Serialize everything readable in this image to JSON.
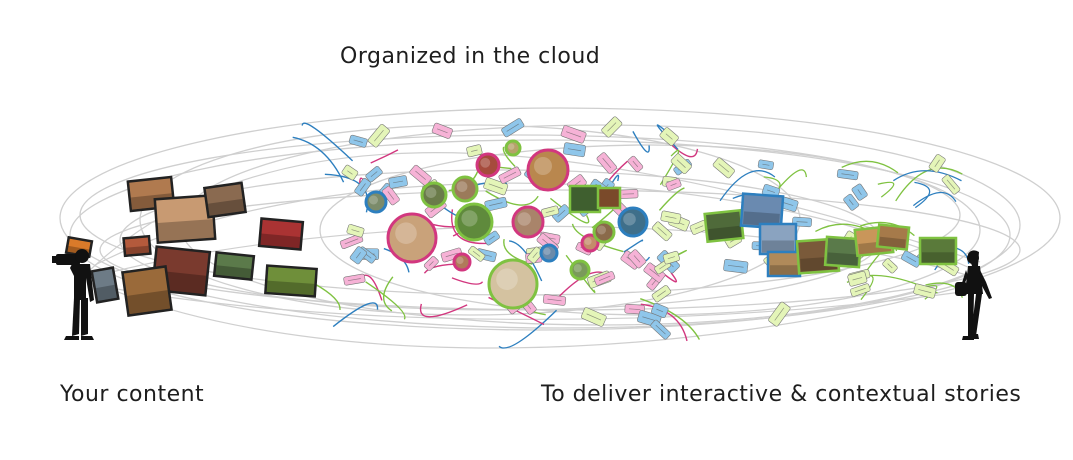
{
  "header": {
    "title": "Organized in the cloud"
  },
  "captions": {
    "left": "Your content",
    "right": "To deliver interactive & contextual stories"
  },
  "colors": {
    "background": "#ffffff",
    "flow_lines": "#cfcfcf",
    "tag_green": "#e4f5b8",
    "tag_blue": "#8fc6ea",
    "tag_pink": "#f6b2d6",
    "link_green": "#7fc241",
    "link_pink": "#d2377f",
    "link_blue": "#2d7fbf",
    "silhouette": "#111111"
  },
  "icons": {
    "left_figure": "videographer-silhouette-icon",
    "right_figure": "walking-woman-silhouette-icon"
  }
}
